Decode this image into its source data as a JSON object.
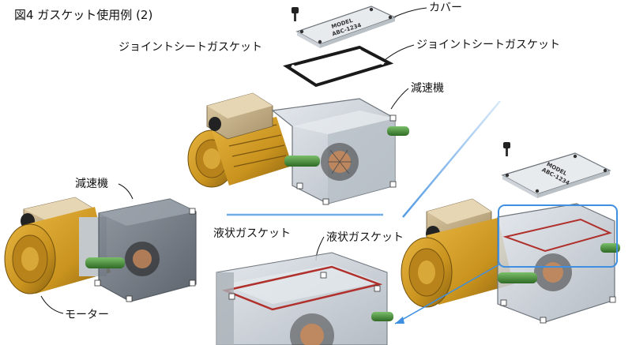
{
  "figure": {
    "title": "図4 ガスケット使用例 (2)"
  },
  "labels": {
    "cover": "カバー",
    "joint_sheet_gasket_left": "ジョイントシートガスケット",
    "joint_sheet_gasket_right": "ジョイントシートガスケット",
    "reducer_top": "減速機",
    "reducer_left": "減速機",
    "liquid_gasket_left": "液状ガスケット",
    "liquid_gasket_center": "液状ガスケット",
    "motor": "モーター"
  },
  "cover_plate_text": {
    "top": [
      "MODEL",
      "ABC-1234"
    ],
    "right": [
      "MODEL",
      "ABC-1234"
    ]
  },
  "colors": {
    "motor_body": "#c9931e",
    "motor_dark": "#8a6210",
    "terminal_box": "#c8b48e",
    "housing_glass": "#c9cfd6",
    "housing_frame": "#7d858e",
    "shaft_green": "#4a8a3c",
    "gasket_black": "#1a1a1a",
    "liquid_gasket_red": "#b0302c",
    "highlight_blue": "#3f8fe0"
  }
}
